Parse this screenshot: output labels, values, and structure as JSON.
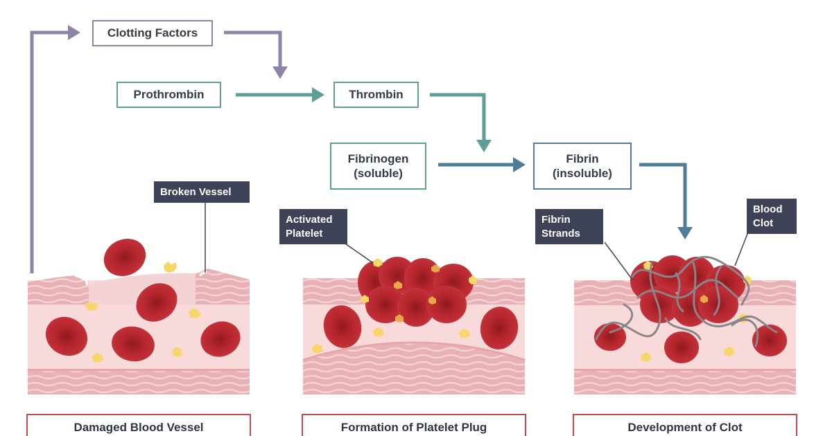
{
  "boxes": {
    "clotting_factors": "Clotting Factors",
    "prothrombin": "Prothrombin",
    "thrombin": "Thrombin",
    "fibrinogen": "Fibrinogen\n(soluble)",
    "fibrin": "Fibrin\n(insoluble)"
  },
  "callouts": {
    "broken_vessel": "Broken Vessel",
    "activated_platelet": "Activated\nPlatelet",
    "fibrin_strands": "Fibrin\nStrands",
    "blood_clot": "Blood\nClot"
  },
  "captions": {
    "damaged": "Damaged Blood Vessel",
    "plug": "Formation of Platelet Plug",
    "clot": "Development of Clot"
  },
  "colors": {
    "purple_arrow": "#8f84a8",
    "teal_arrow": "#5f9e96",
    "blue_arrow": "#4f7d98",
    "vessel_wall": "#e8b1b5",
    "vessel_wall_light": "#f3cfd1",
    "lumen": "#f8dadb",
    "red_cell": "#b8272e",
    "red_cell_dark": "#8f1a20",
    "platelet": "#f7d66a",
    "fibrin_strand": "#8a8589",
    "callout_bg": "#3d4257",
    "caption_border": "#c4484b"
  }
}
